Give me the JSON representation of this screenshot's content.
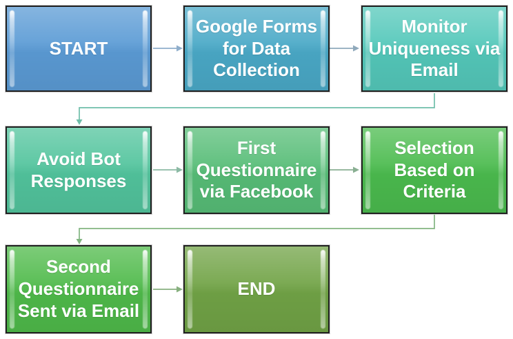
{
  "diagram": {
    "type": "flowchart",
    "background": "#ffffff",
    "text_color": "#ffffff",
    "border_color": "#202020",
    "nodes": [
      {
        "id": "start",
        "label": "START",
        "fill": "#5B9BD5"
      },
      {
        "id": "google-forms",
        "label": "Google Forms\nfor Data\nCollection",
        "fill": "#4AA9C7"
      },
      {
        "id": "monitor-uniqueness",
        "label": "Monitor\nUniqueness via\nEmail",
        "fill": "#54C8BA"
      },
      {
        "id": "avoid-bot",
        "label": "Avoid Bot\nResponses",
        "fill": "#52C49D"
      },
      {
        "id": "first-questionnaire",
        "label": "First\nQuestionnaire\nvia Facebook",
        "fill": "#57BD77"
      },
      {
        "id": "selection-criteria",
        "label": "Selection\nBased on\nCriteria",
        "fill": "#4BBB4E"
      },
      {
        "id": "second-questionnaire",
        "label": "Second\nQuestionnaire\nSent via Email",
        "fill": "#4FBA4A"
      },
      {
        "id": "end",
        "label": "END",
        "fill": "#71A346"
      }
    ],
    "connectors": [
      {
        "from": "start",
        "to": "google-forms",
        "style": "straight-arrow",
        "color": "#8FAECB"
      },
      {
        "from": "google-forms",
        "to": "monitor-uniqueness",
        "style": "straight-arrow",
        "color": "#8FA9BB"
      },
      {
        "from": "monitor-uniqueness",
        "to": "avoid-bot",
        "style": "elbow-arrow",
        "color": "#6FBEAA"
      },
      {
        "from": "avoid-bot",
        "to": "first-questionnaire",
        "style": "straight-arrow",
        "color": "#8CBAA5"
      },
      {
        "from": "first-questionnaire",
        "to": "selection-criteria",
        "style": "straight-arrow",
        "color": "#89AF92"
      },
      {
        "from": "selection-criteria",
        "to": "second-questionnaire",
        "style": "elbow-arrow",
        "color": "#82B581"
      },
      {
        "from": "second-questionnaire",
        "to": "end",
        "style": "straight-arrow",
        "color": "#87B07F"
      }
    ]
  }
}
